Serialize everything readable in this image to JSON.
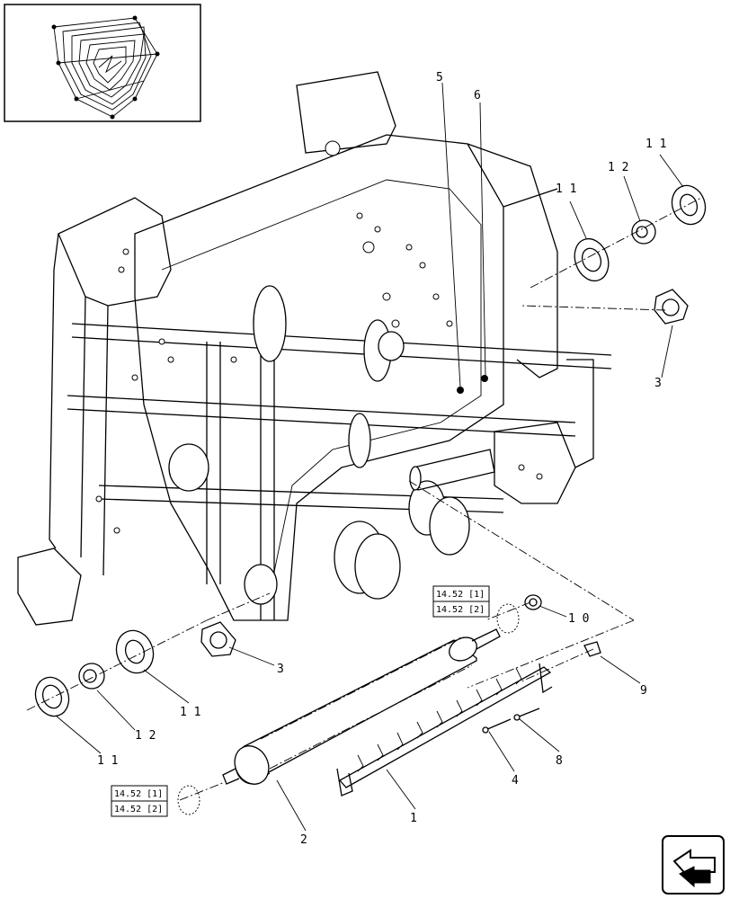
{
  "callouts": {
    "c5": "5",
    "c6": "6",
    "c11_top_a": "1 1",
    "c12_top": "1 2",
    "c11_top_b": "1 1",
    "c3_right": "3",
    "c10": "1 0",
    "c9": "9",
    "c8": "8",
    "c4": "4",
    "c1": "1",
    "c2": "2",
    "c3_left": "3",
    "c11_low_a": "1 1",
    "c12_low": "1 2",
    "c11_low_b": "1 1"
  },
  "references": {
    "upper_ref_1": "14.52 [1]",
    "upper_ref_2": "14.52 [2]",
    "lower_ref_1": "14.52 [1]",
    "lower_ref_2": "14.52 [2]"
  }
}
